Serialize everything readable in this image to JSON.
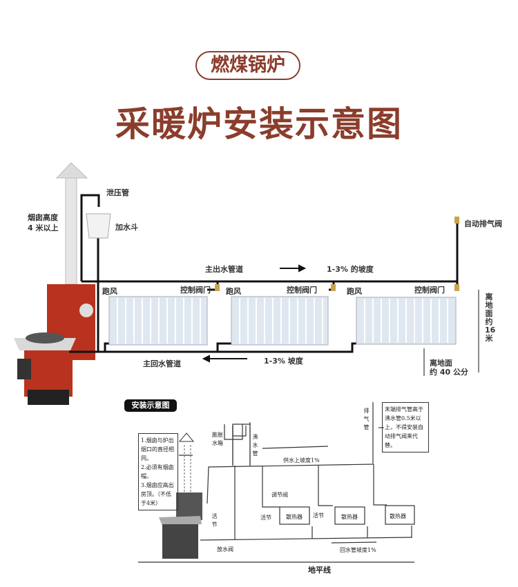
{
  "header": {
    "badge": "燃煤锅炉",
    "title": "采暖炉安装示意图"
  },
  "diagram1": {
    "relief_pipe": "泄压管",
    "chimney_height": [
      "烟囱高度",
      "4 米以上"
    ],
    "filler_funnel": "加水斗",
    "main_supply": "主出水管道",
    "supply_slope": "1-3% 的坡度",
    "vent": "跑风",
    "control_valve": "控制阀门",
    "auto_air_valve": "自动排气阀",
    "main_return": "主回水管道",
    "return_slope": "1-3% 坡度",
    "height_16": "离地面约16米",
    "height_40": [
      "离地面",
      "约 40 公分"
    ]
  },
  "diagram2": {
    "badge": "安装示意图",
    "notes": [
      "1.烟囱与炉出烟口的直径相同。",
      "2.必须有烟囱帽。",
      "3.烟囱应高出房顶。（不低于4米）"
    ],
    "expansion_tank": [
      "膨胀",
      "水箱"
    ],
    "boil_pipe": "沸水管",
    "exhaust_pipe": "排气管",
    "exhaust_note": "末端排气管高于沸水管0.5米以上，不得安装自动排气阀来代替。",
    "supply_slope": "供水上坡度1%",
    "regulating_valve": "调节阀",
    "union": "活节",
    "radiator": "散热器",
    "drain_valve": "放水阀",
    "return_slope": "回水管坡度1%",
    "ground_line": "地平线"
  },
  "colors": {
    "brand": "#8b3d2c",
    "boiler": "#b8321f",
    "radiator": "#dfe8f0"
  }
}
